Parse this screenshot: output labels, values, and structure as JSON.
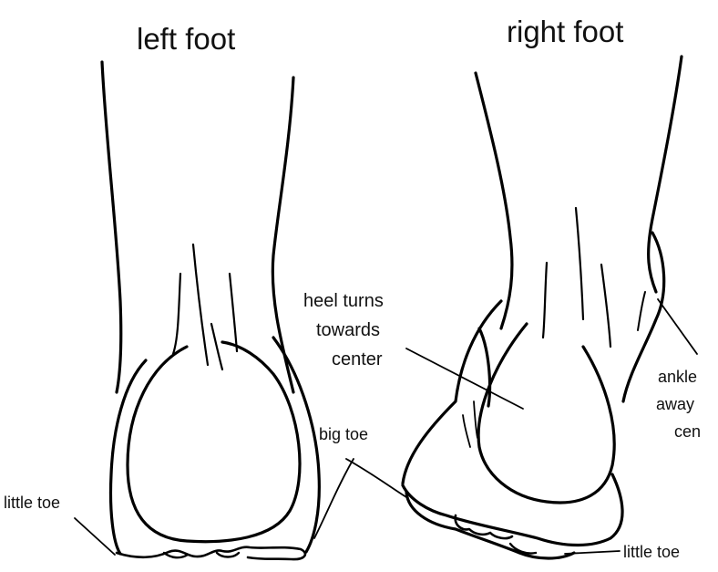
{
  "diagram": {
    "left_title": "left foot",
    "right_title": "right foot",
    "labels": {
      "heel_line1": "heel turns",
      "heel_line2": "towards",
      "heel_line3": "center",
      "big_toe": "big toe",
      "little_toe_left": "little toe",
      "little_toe_right": "little toe",
      "ankle_line1": "ankle",
      "ankle_line2": "away",
      "ankle_line3": "cen"
    },
    "colors": {
      "ink": "#000000",
      "background": "#ffffff"
    }
  }
}
